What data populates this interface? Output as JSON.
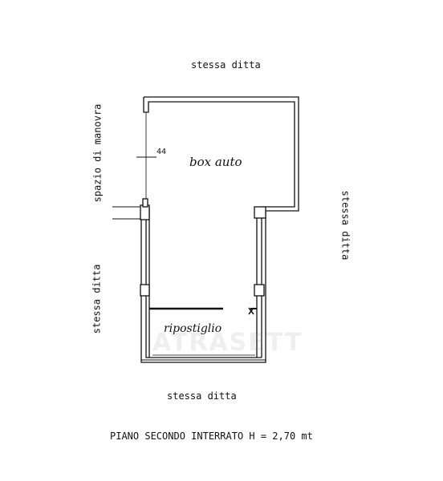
{
  "labels": {
    "top": "stessa ditta",
    "left_upper": "spazio di manovra",
    "left_lower": "stessa ditta",
    "right": "stessa ditta",
    "bottom": "stessa ditta",
    "room_main": "box auto",
    "room_small": "ripostiglio",
    "dimension": "44",
    "footer": "PIANO SECONDO INTERRATO   H = 2,70 mt"
  },
  "watermark": "ATRASETT",
  "colors": {
    "ink": "#111111",
    "paper": "#ffffff"
  }
}
